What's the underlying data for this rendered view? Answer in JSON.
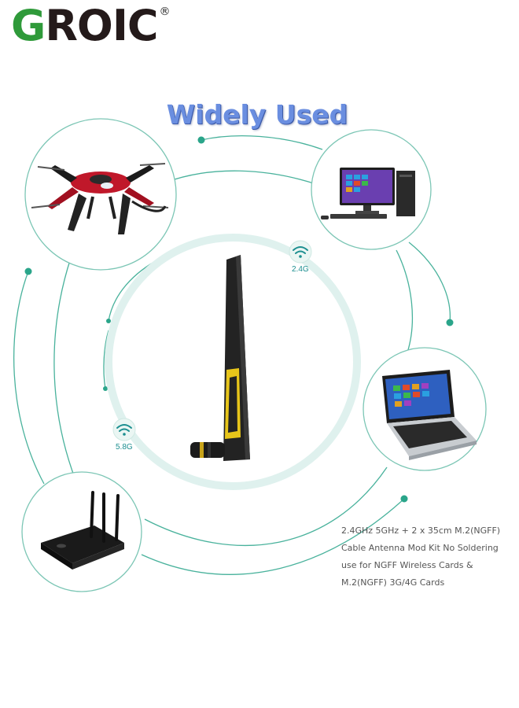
{
  "brand": {
    "logo_first_letter": "G",
    "logo_rest": "ROIC",
    "registered_mark": "®"
  },
  "headline": "Widely Used",
  "wifi_badges": [
    {
      "label": "2.4G",
      "icon": "wifi-icon"
    },
    {
      "label": "5.8G",
      "icon": "wifi-icon"
    }
  ],
  "devices": [
    {
      "name": "drone",
      "icon": "drone-icon"
    },
    {
      "name": "desktop-computer",
      "icon": "desktop-computer-icon"
    },
    {
      "name": "laptop",
      "icon": "laptop-icon"
    },
    {
      "name": "router",
      "icon": "router-icon"
    },
    {
      "name": "antenna",
      "icon": "antenna-icon"
    }
  ],
  "description_lines": [
    "2.4GHz 5GHz + 2 x 35cm M.2(NGFF)",
    "Cable Antenna Mod Kit No Soldering",
    "use for NGFF Wireless Cards &",
    "M.2(NGFF) 3G/4G Cards"
  ],
  "colors": {
    "line": "#49b29c",
    "circle_border": "#7cc6b5",
    "headline": "#6a8ee0",
    "logo_green": "#2f9a3a",
    "logo_dark": "#241a1a",
    "antenna_accent": "#e7c51a"
  }
}
